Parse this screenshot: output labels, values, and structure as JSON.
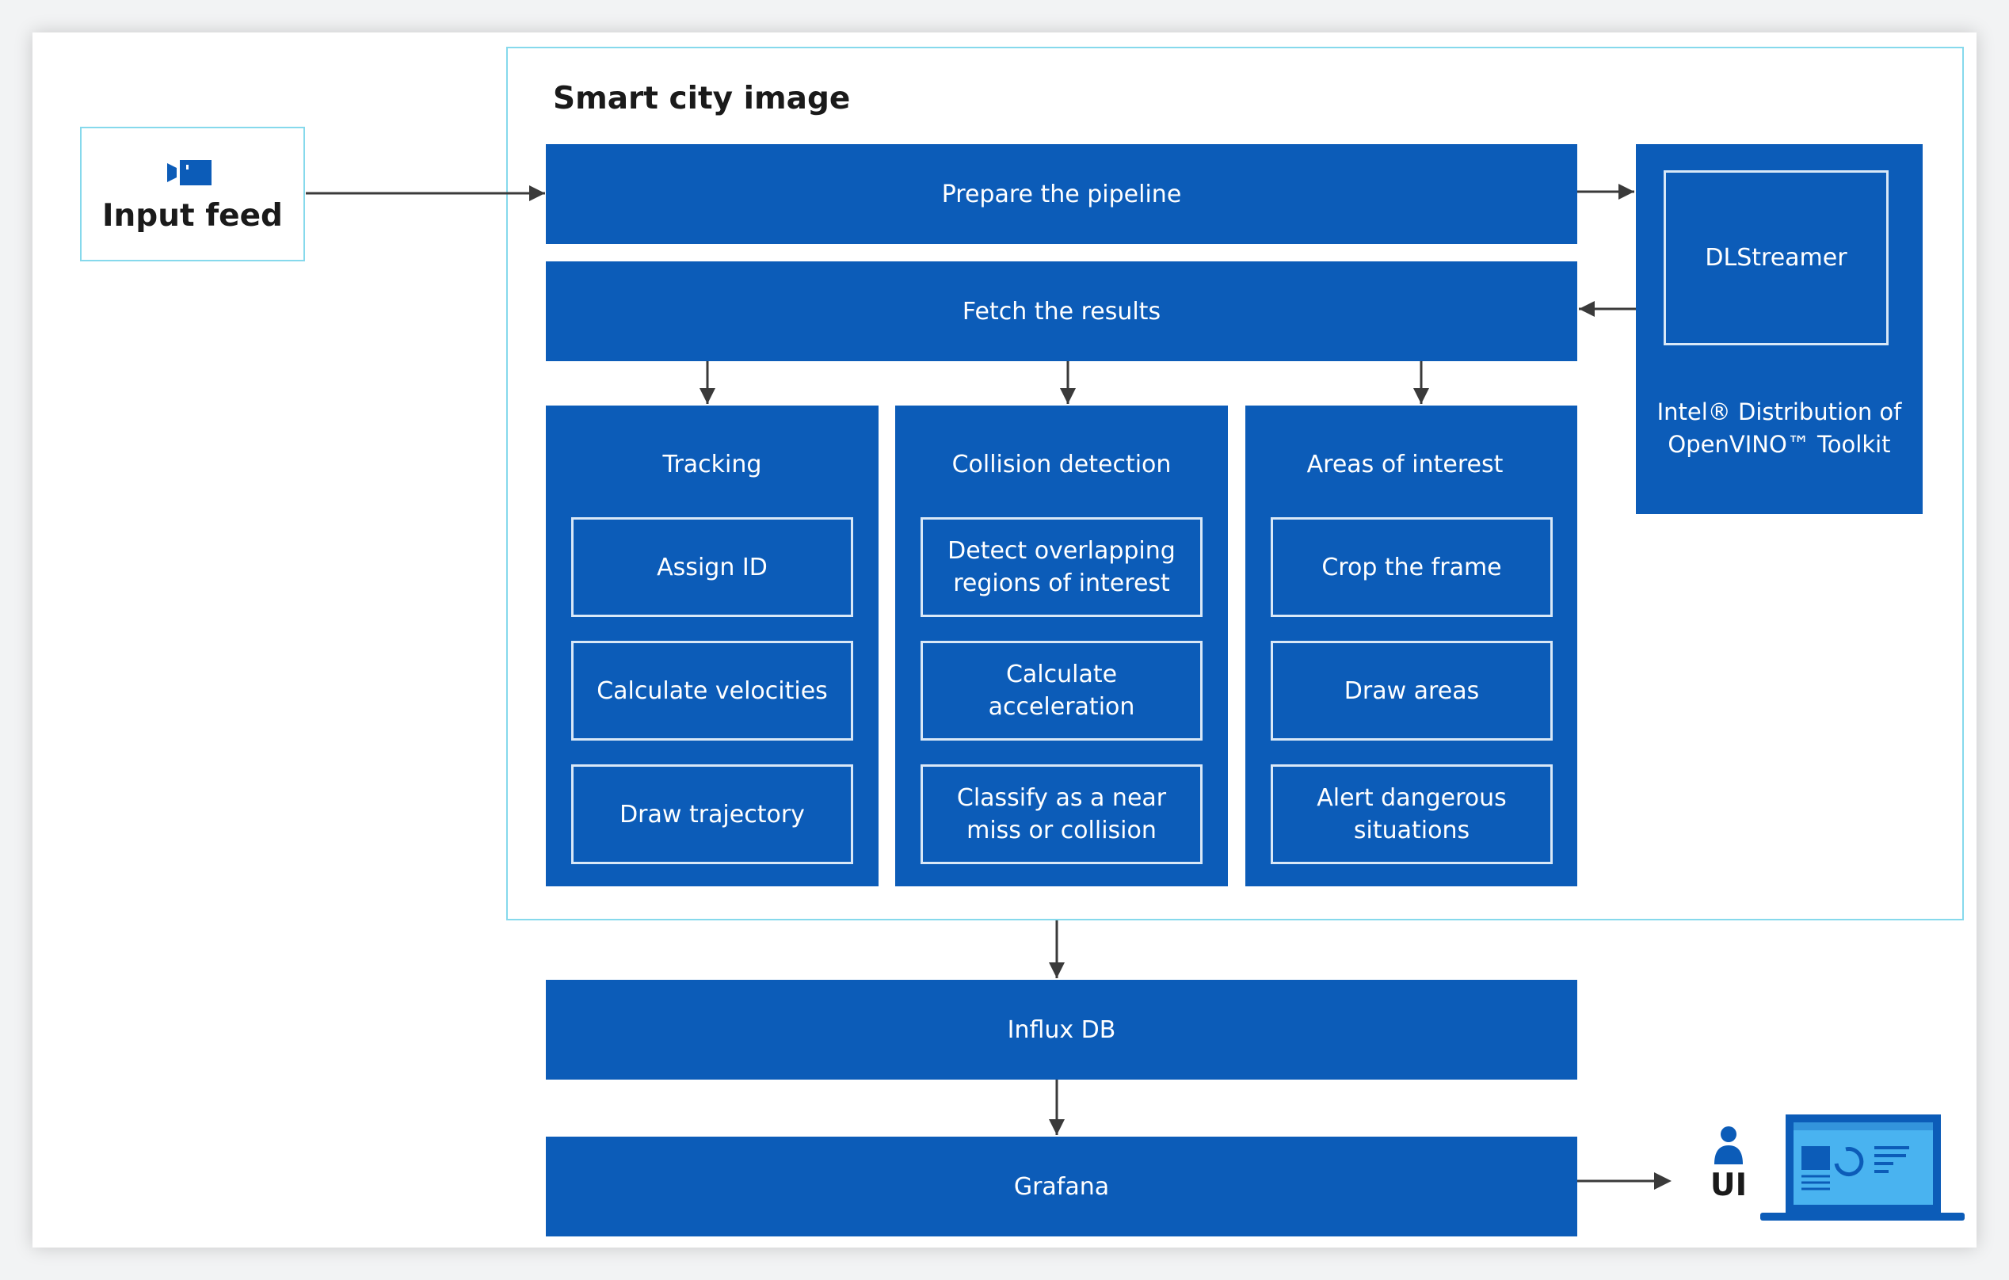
{
  "input": {
    "label": "Input feed",
    "icon": "video-camera-icon"
  },
  "container": {
    "title": "Smart city image"
  },
  "pipeline": {
    "prepare": "Prepare the pipeline",
    "fetch": "Fetch the results"
  },
  "columns": [
    {
      "title": "Tracking",
      "steps": [
        "Assign ID",
        "Calculate velocities",
        "Draw trajectory"
      ]
    },
    {
      "title": "Collision detection",
      "steps": [
        "Detect overlapping regions of interest",
        "Calculate acceleration",
        "Classify as a near miss or collision"
      ]
    },
    {
      "title": "Areas of interest",
      "steps": [
        "Crop the frame",
        "Draw areas",
        "Alert dangerous situations"
      ]
    }
  ],
  "toolkit": {
    "inner_label": "DLStreamer",
    "label": "Intel® Distribution of OpenVINO™ Toolkit"
  },
  "storage": {
    "label": "Influx DB"
  },
  "dashboard": {
    "label": "Grafana"
  },
  "ui": {
    "label": "UI",
    "icons": [
      "user-icon",
      "laptop-icon"
    ]
  },
  "colors": {
    "primary": "#0c5cb8",
    "outline": "#86d9ec",
    "arrow": "#3a3a3a",
    "laptop_screen": "#49b3f0"
  }
}
